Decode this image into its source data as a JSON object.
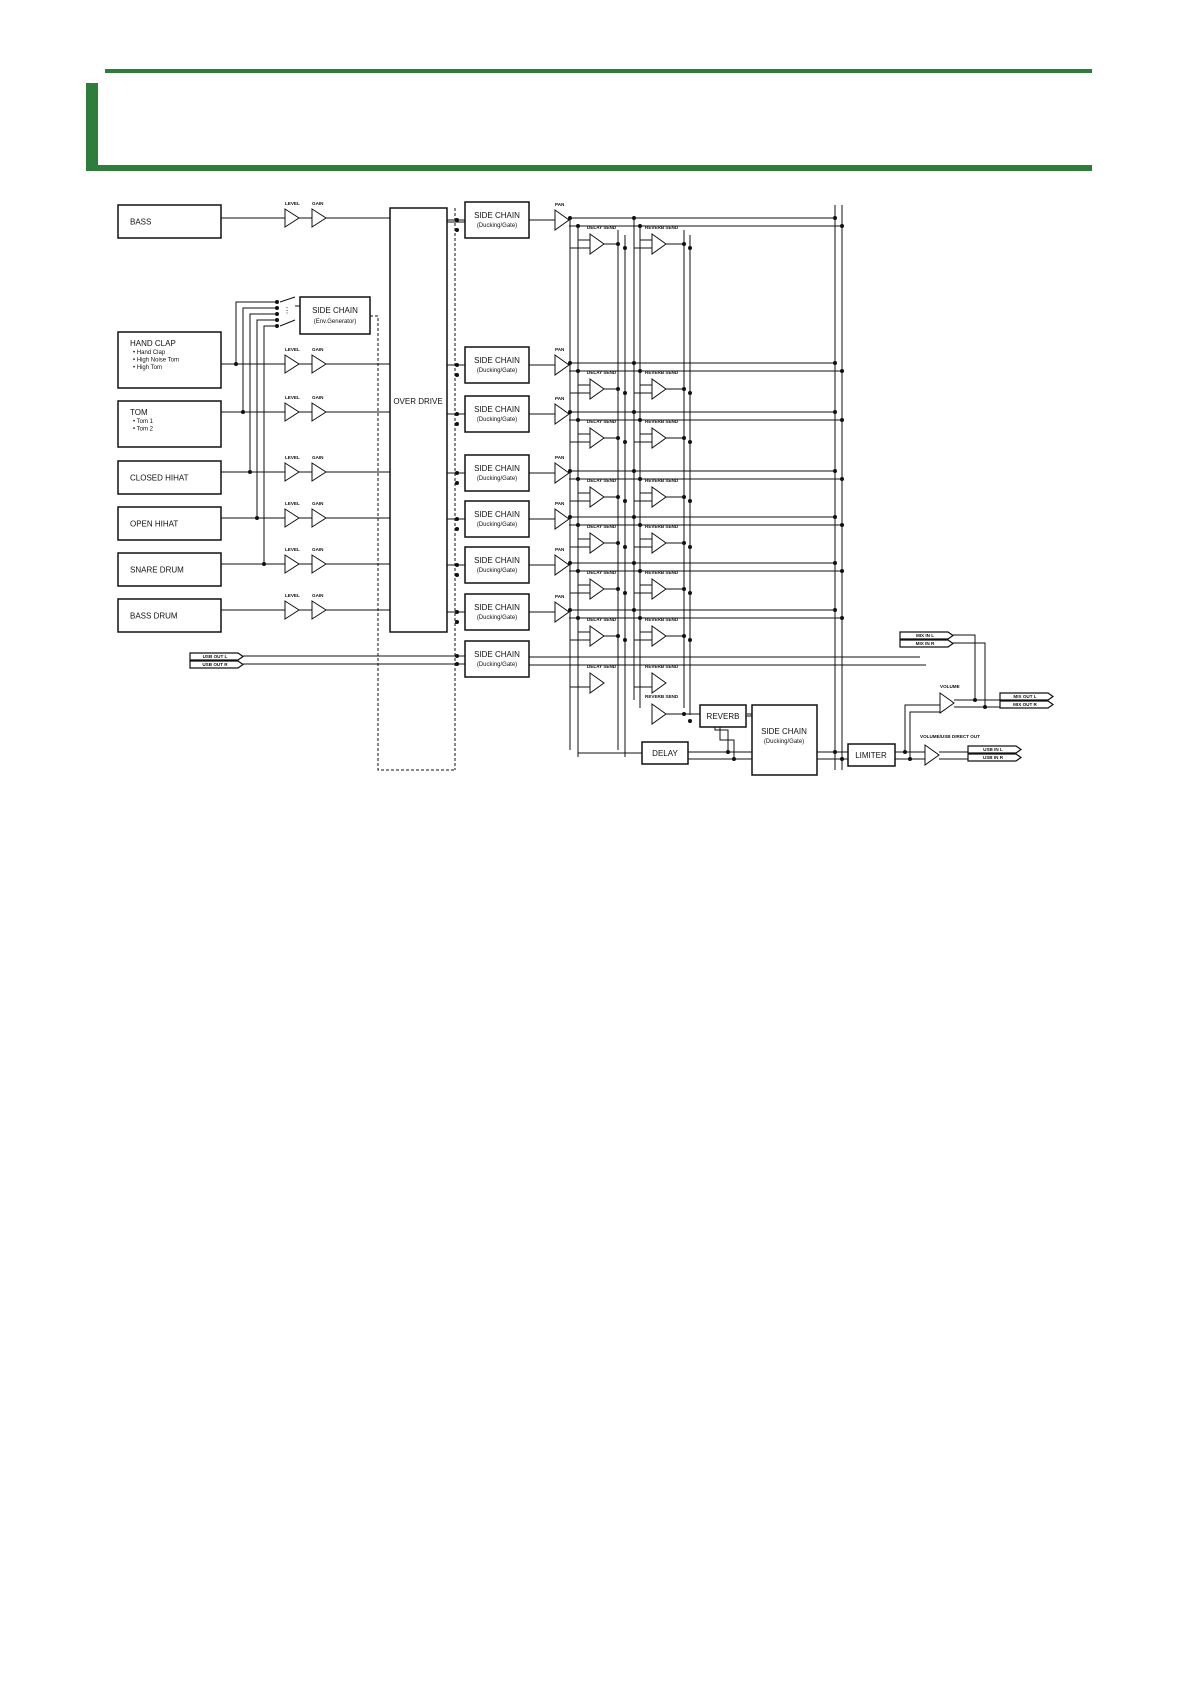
{
  "header": {
    "title": "",
    "accent_color": "#2e7d3a"
  },
  "diagram": {
    "sources": [
      {
        "name": "BASS",
        "items": []
      },
      {
        "name": "HAND CLAP",
        "items": [
          "• Hand Clap",
          "• High Noise Tom",
          "• High Tom"
        ]
      },
      {
        "name": "TOM",
        "items": [
          "• Tom 1",
          "• Tom 2"
        ]
      },
      {
        "name": "CLOSED HIHAT",
        "items": []
      },
      {
        "name": "OPEN HIHAT",
        "items": []
      },
      {
        "name": "SNARE DRUM",
        "items": []
      },
      {
        "name": "BASS DRUM",
        "items": []
      }
    ],
    "level_label": "LEVEL",
    "gain_label": "GAIN",
    "pan_label": "PAN",
    "delay_send_label": "DELAY SEND",
    "reverb_send_label": "REVERB SEND",
    "overdrive_label": "OVER DRIVE",
    "sidechain_title": "SIDE CHAIN",
    "sidechain_sub": "(Ducking/Gate)",
    "env_sidechain_title": "SIDE CHAIN",
    "env_sidechain_sub": "(Env.Generator)",
    "reverb_label": "REVERB",
    "delay_label": "DELAY",
    "limiter_label": "LIMITER",
    "volume_label": "VOLUME",
    "volume_direct_label": "VOLUME/USB DIRECT OUT",
    "usb_out_l": "USB OUT L",
    "usb_out_r": "USB OUT R",
    "mix_in_l": "MIX IN L",
    "mix_in_r": "MIX IN R",
    "mix_out_l": "MIX OUT L",
    "mix_out_r": "MIX OUT R",
    "usb_in_l": "USB IN L",
    "usb_in_r": "USB IN R"
  }
}
